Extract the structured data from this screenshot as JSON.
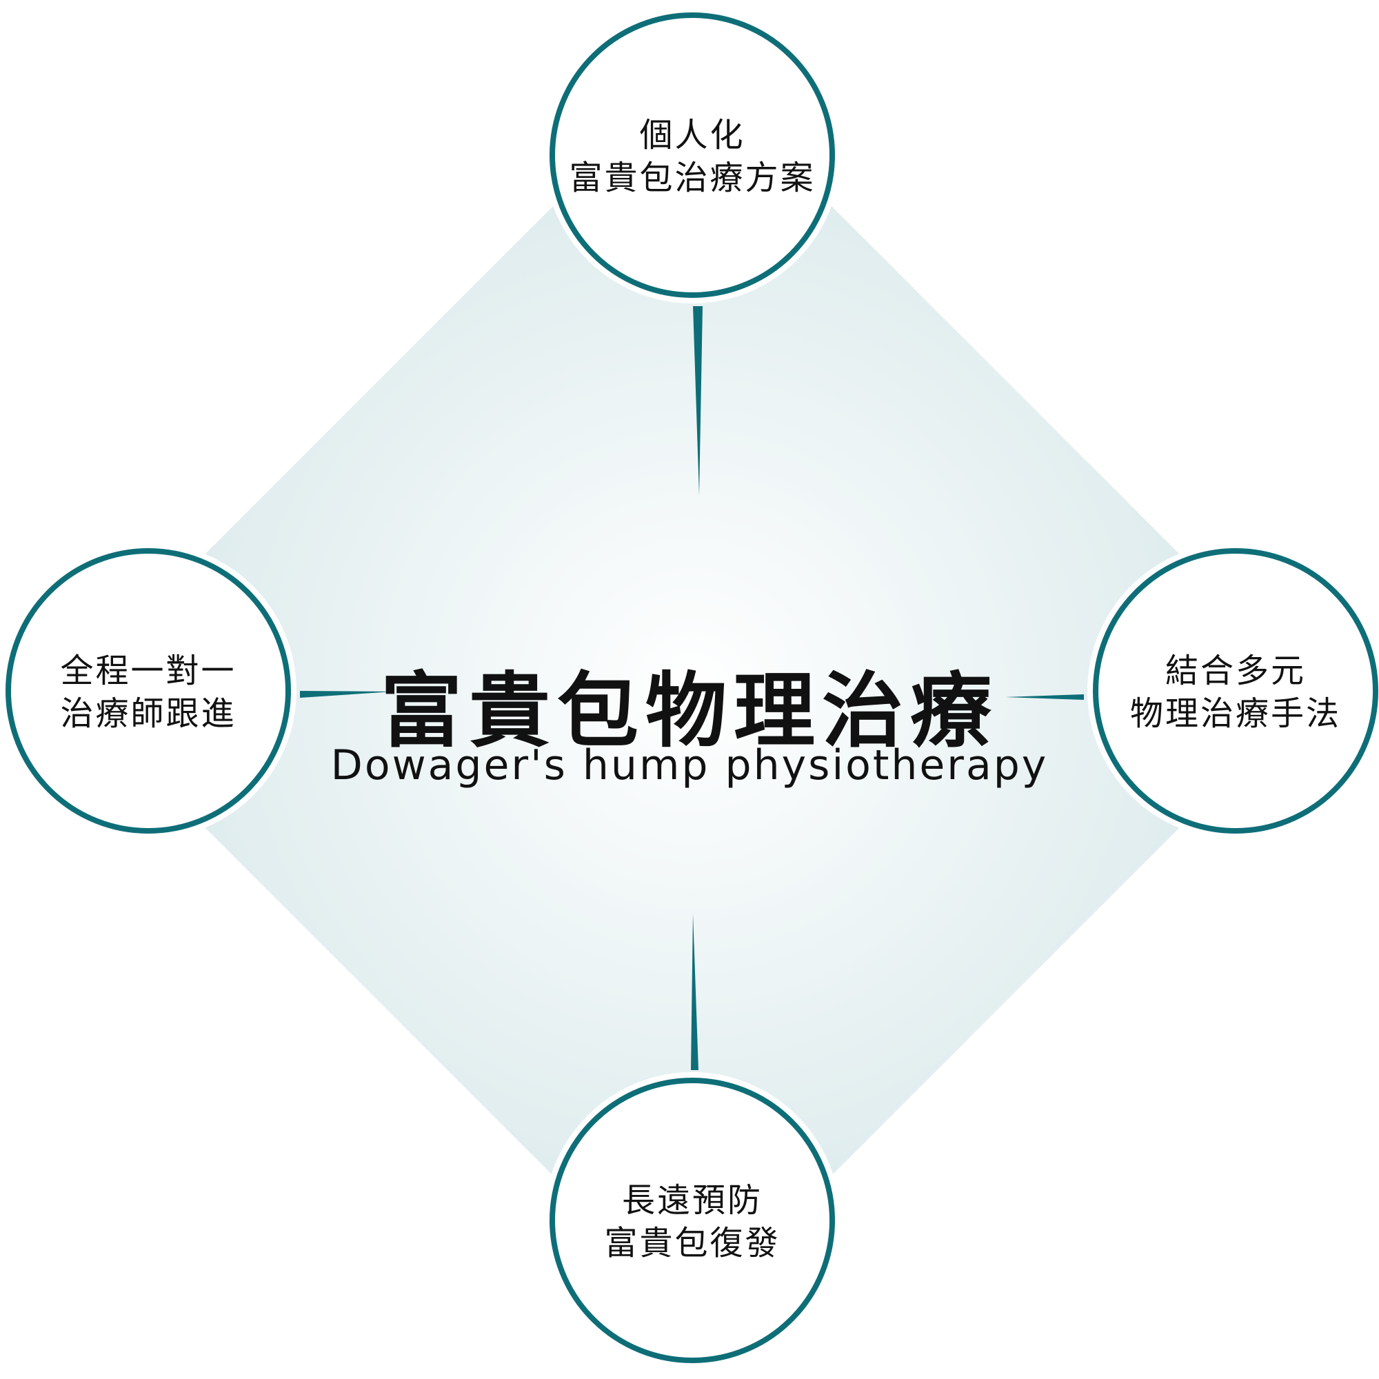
{
  "colors": {
    "accent": "#0e6e78",
    "diamond_edge": "#dbe9eb",
    "diamond_center": "#ffffff"
  },
  "center": {
    "title": "富貴包物理治療",
    "subtitle": "Dowager's hump physiotherapy"
  },
  "nodes": {
    "top": {
      "line1": "個人化",
      "line2": "富貴包治療方案"
    },
    "left": {
      "line1": "全程一對一",
      "line2": "治療師跟進"
    },
    "right": {
      "line1": "結合多元",
      "line2": "物理治療手法"
    },
    "bottom": {
      "line1": "長遠預防",
      "line2": "富貴包復發"
    }
  }
}
